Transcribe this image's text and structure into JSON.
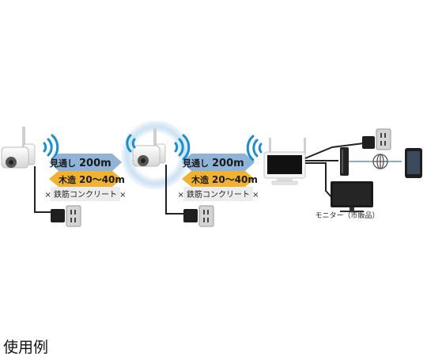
{
  "diagram": {
    "link_left": {
      "line_of_sight_label": "見通し",
      "line_of_sight_value": "200m",
      "wood_label": "木造",
      "wood_value": "20～40m",
      "concrete_text": "× 鉄筋コンクリート ×"
    },
    "link_right": {
      "line_of_sight_label": "見通し",
      "line_of_sight_value": "200m",
      "wood_label": "木造",
      "wood_value": "20～40m",
      "concrete_text": "× 鉄筋コンクリート ×"
    },
    "monitor_label": "モニター（市販品）",
    "colors": {
      "line_of_sight_arrow": "#8fb4d8",
      "wood_arrow": "#f0b230",
      "concrete_box": "#ececec",
      "wifi": "#1b8fd0",
      "halo": "#9ec6e8"
    }
  },
  "caption": "使用例"
}
